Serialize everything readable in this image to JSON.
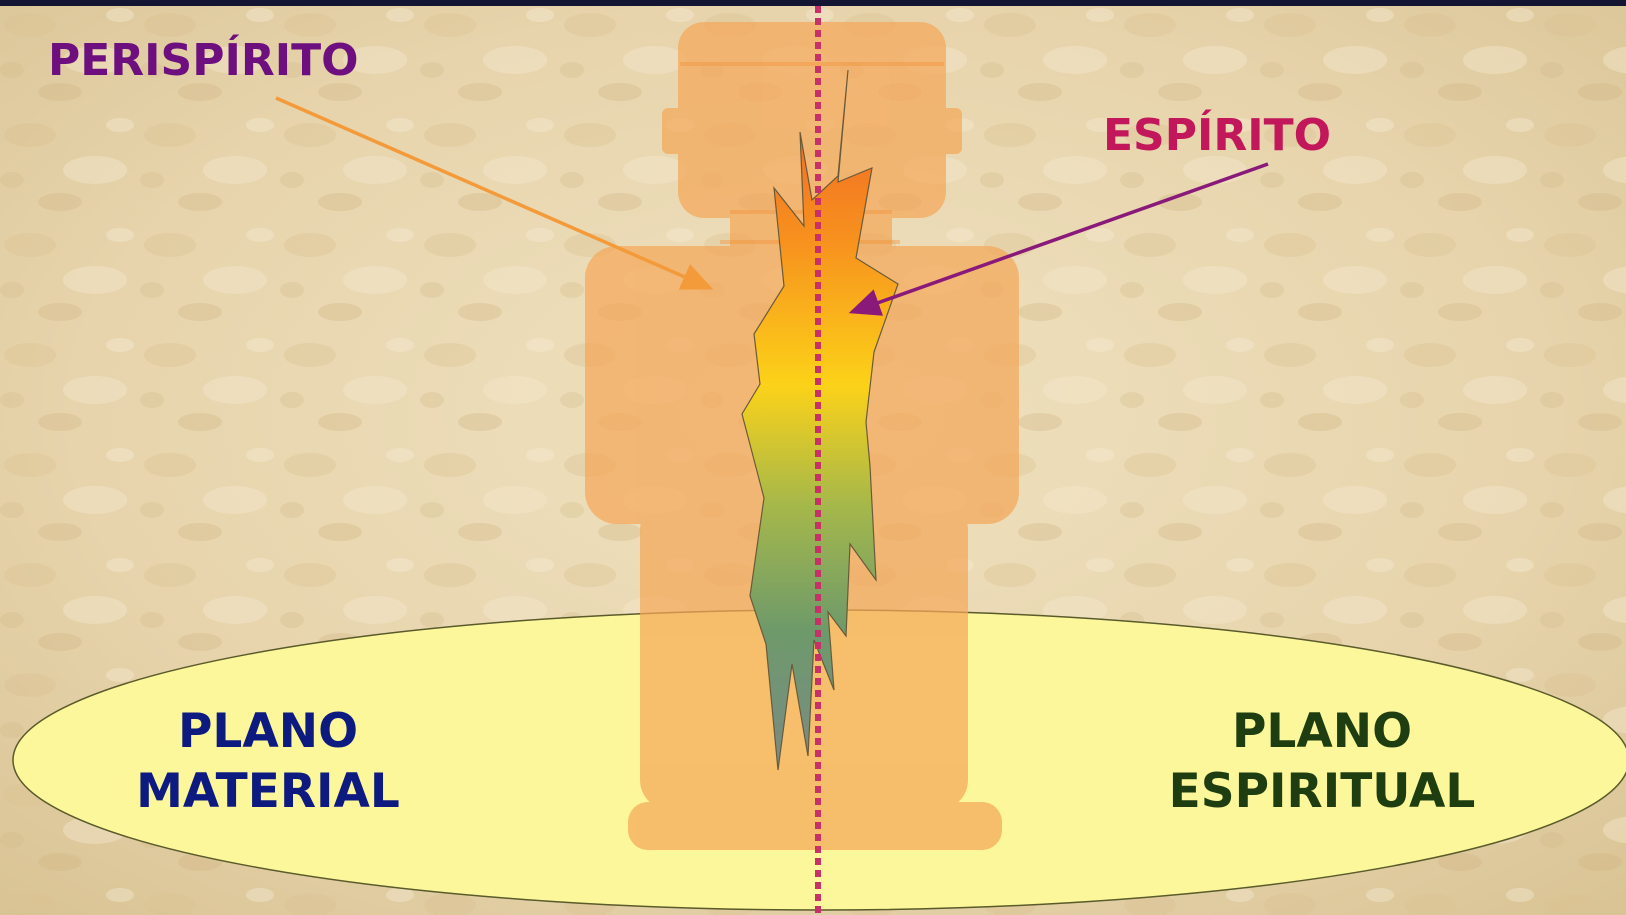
{
  "labels": {
    "perispirito": "PERISPÍRITO",
    "espirito": "ESPÍRITO",
    "plano_material": [
      "PLANO",
      "MATERIAL"
    ],
    "plano_espiritual": [
      "PLANO",
      "ESPIRITUAL"
    ]
  },
  "colors": {
    "perispirito": "#6d0f7e",
    "espirito": "#c2185b",
    "plano_material": "#0d1a80",
    "plano_espiritual": "#1e3d10",
    "body": "#f5a85a",
    "ellipse_fill": "#fbf79a",
    "divider_line": "#c8306a",
    "arrow_perispirito": "#f39a3a",
    "arrow_espirito": "#8a1a7a"
  }
}
